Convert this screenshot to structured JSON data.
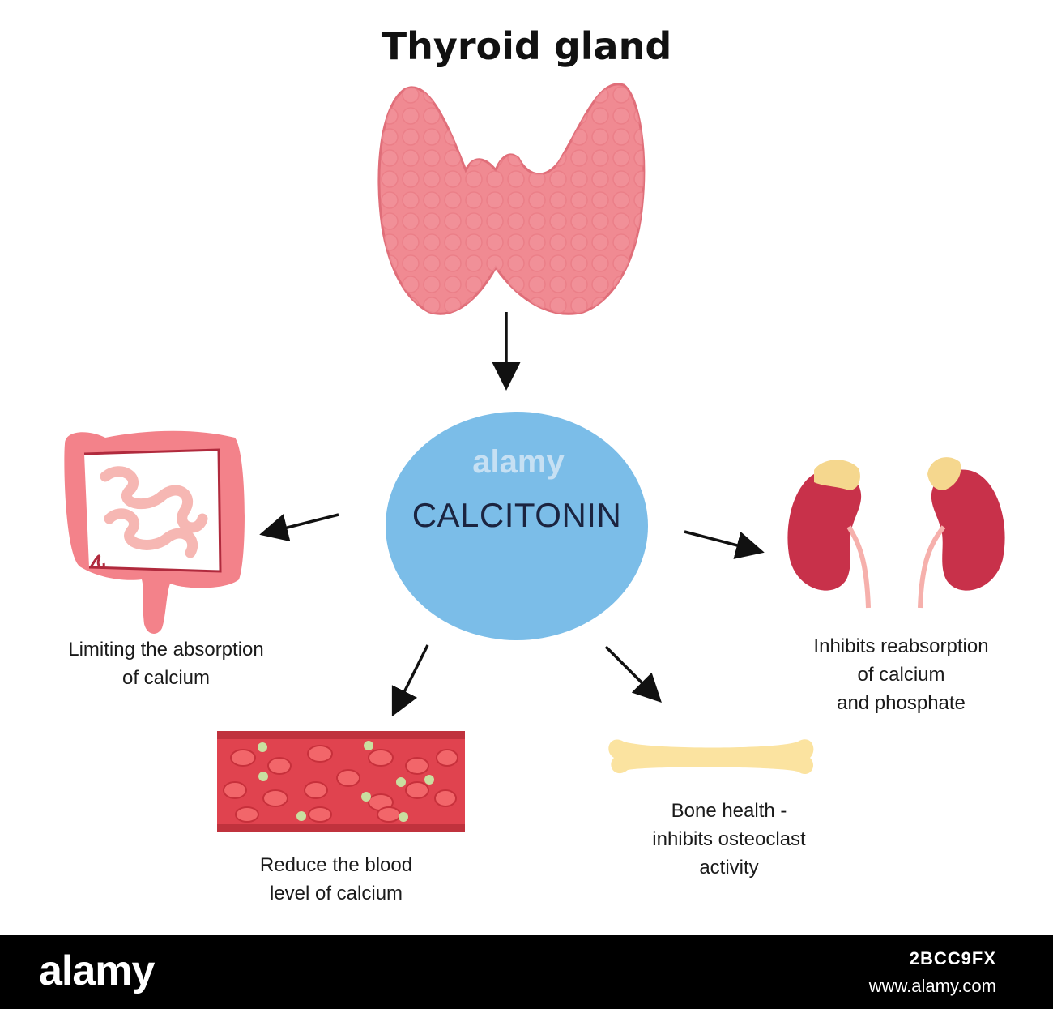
{
  "title": "Thyroid gland",
  "center": {
    "label": "CALCITONIN",
    "watermark": "alamy",
    "color": "#7bbde8"
  },
  "effects": {
    "intestine": "Limiting the absorption\nof calcium",
    "blood": "Reduce the blood\nlevel of calcium",
    "bone": "Bone health -\ninhibits osteoclast\nactivity",
    "kidney": "Inhibits reabsorption\nof calcium\nand phosphate"
  },
  "footer": {
    "logo": "alamy",
    "image_id": "2BCC9FX",
    "url": "www.alamy.com"
  },
  "colors": {
    "thyroid": "#f08a92",
    "intestine": "#f3828a",
    "kidney": "#c8314a",
    "adrenal": "#f5d78e",
    "blood_vessel": "#e0434f",
    "bone": "#fbe3a0"
  },
  "icons": [
    "thyroid-icon",
    "intestine-icon",
    "kidney-icon",
    "blood-vessel-icon",
    "bone-icon"
  ]
}
